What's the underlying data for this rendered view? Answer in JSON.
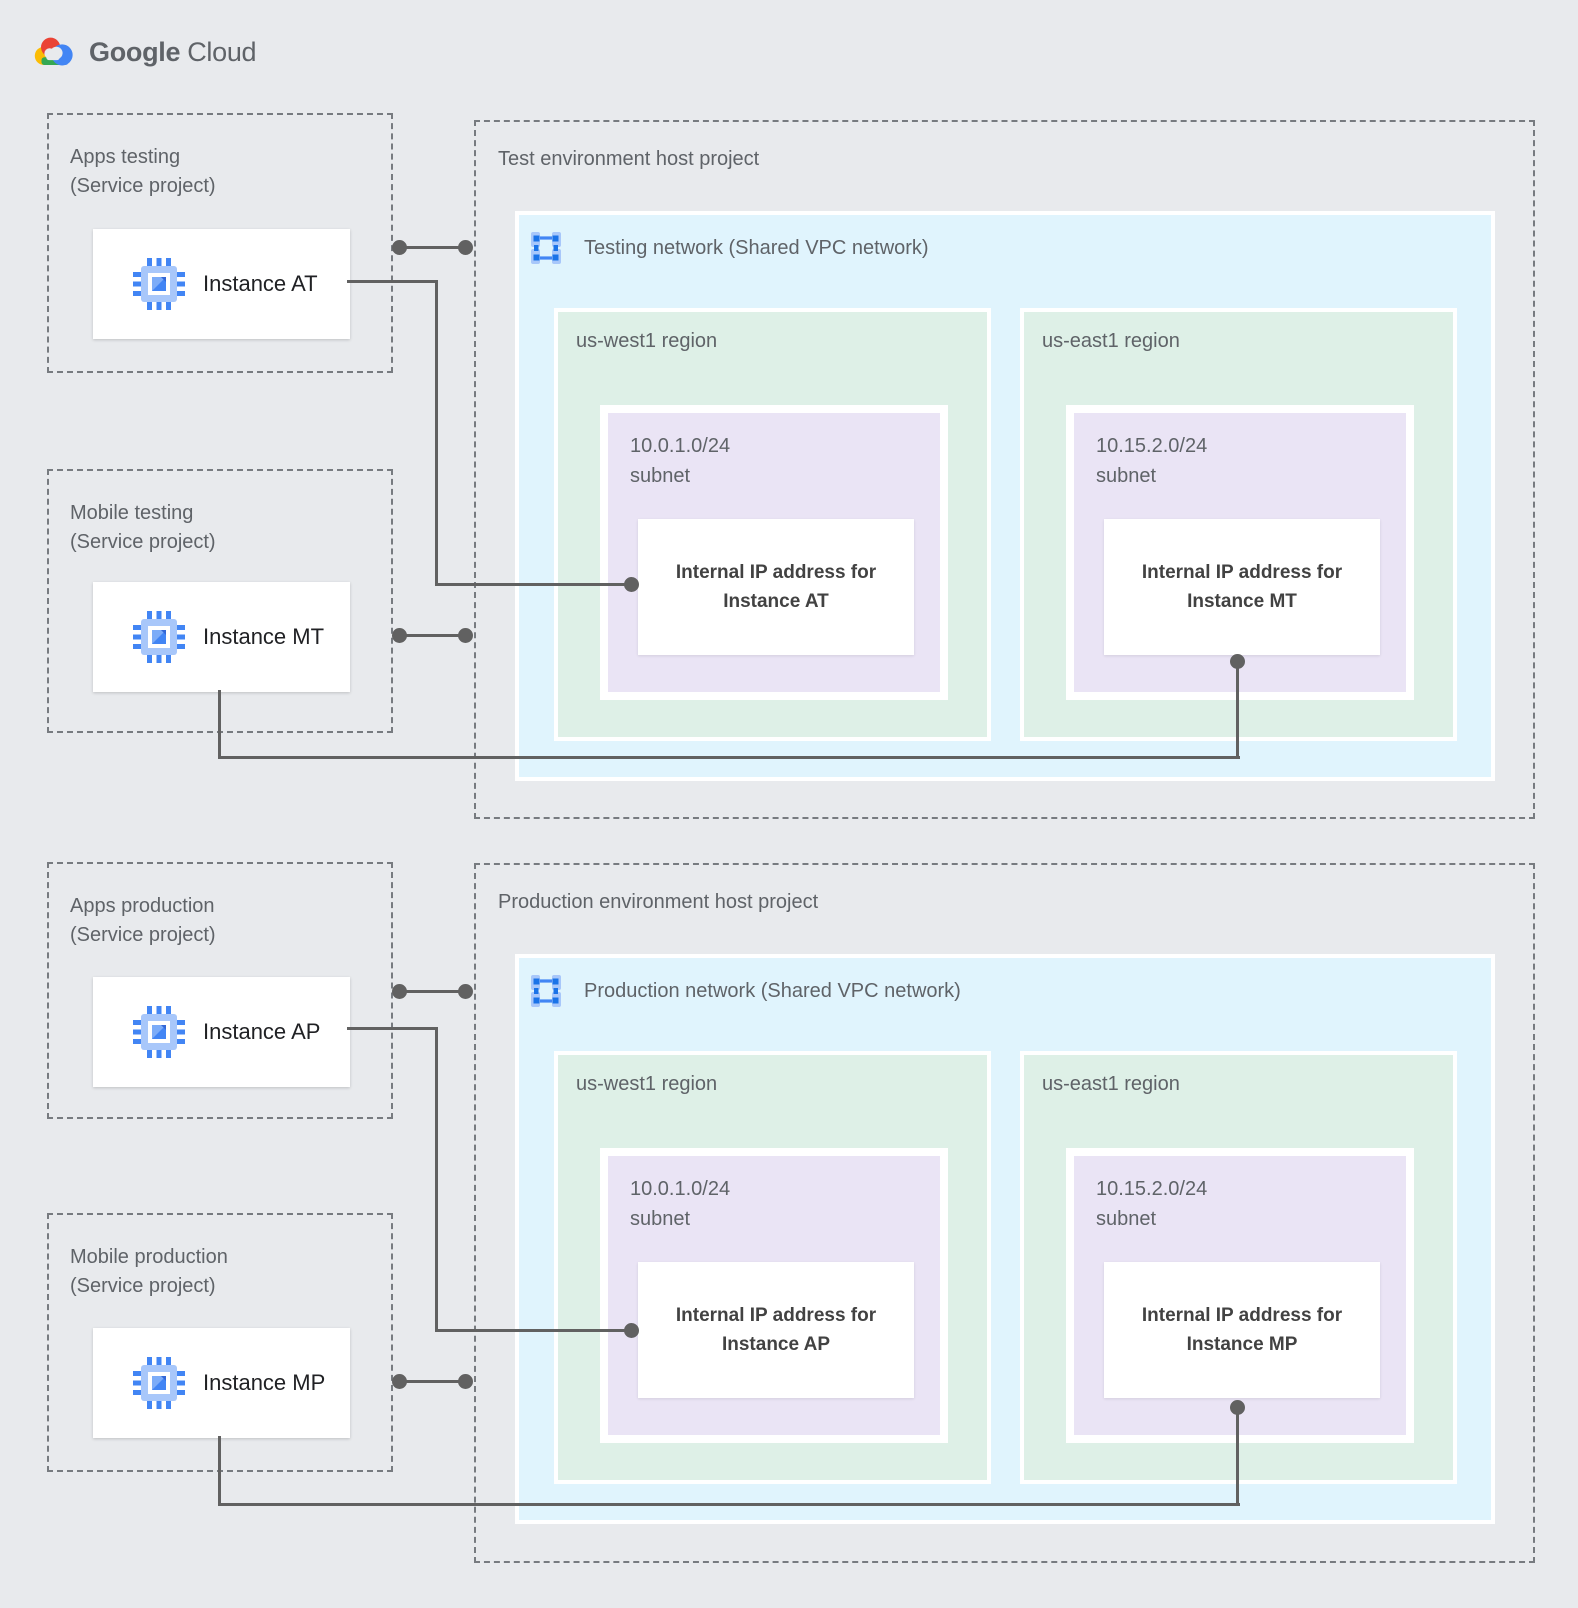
{
  "logo": {
    "google": "Google",
    "cloud": "Cloud"
  },
  "service_projects": [
    {
      "name": "Apps testing",
      "type": "(Service project)",
      "instance": "Instance AT"
    },
    {
      "name": "Mobile testing",
      "type": "(Service project)",
      "instance": "Instance MT"
    },
    {
      "name": "Apps production",
      "type": "(Service project)",
      "instance": "Instance AP"
    },
    {
      "name": "Mobile production",
      "type": "(Service project)",
      "instance": "Instance MP"
    }
  ],
  "host_projects": [
    {
      "title": "Test environment host project",
      "network_label": "Testing network (Shared VPC network)",
      "regions": [
        {
          "name": "us-west1 region",
          "cidr": "10.0.1.0/24",
          "subnet_word": "subnet",
          "ip_line1": "Internal IP address for",
          "ip_line2": "Instance AT"
        },
        {
          "name": "us-east1 region",
          "cidr": "10.15.2.0/24",
          "subnet_word": "subnet",
          "ip_line1": "Internal IP address for",
          "ip_line2": "Instance MT"
        }
      ]
    },
    {
      "title": "Production environment host project",
      "network_label": "Production network (Shared VPC network)",
      "regions": [
        {
          "name": "us-west1 region",
          "cidr": "10.0.1.0/24",
          "subnet_word": "subnet",
          "ip_line1": "Internal IP address for",
          "ip_line2": "Instance AP"
        },
        {
          "name": "us-east1 region",
          "cidr": "10.15.2.0/24",
          "subnet_word": "subnet",
          "ip_line1": "Internal IP address for",
          "ip_line2": "Instance MP"
        }
      ]
    }
  ],
  "colors": {
    "background": "#E8EAED",
    "network_fill": "#E0F4FD",
    "region_fill": "#DEF0E7",
    "subnet_fill": "#EAE4F5",
    "connector": "#616161",
    "label_gray": "#5F6368",
    "instance_text": "#202124",
    "google_blue": "#4285F4",
    "google_red": "#EA4335",
    "google_yellow": "#FBBC04",
    "google_green": "#34A853"
  }
}
